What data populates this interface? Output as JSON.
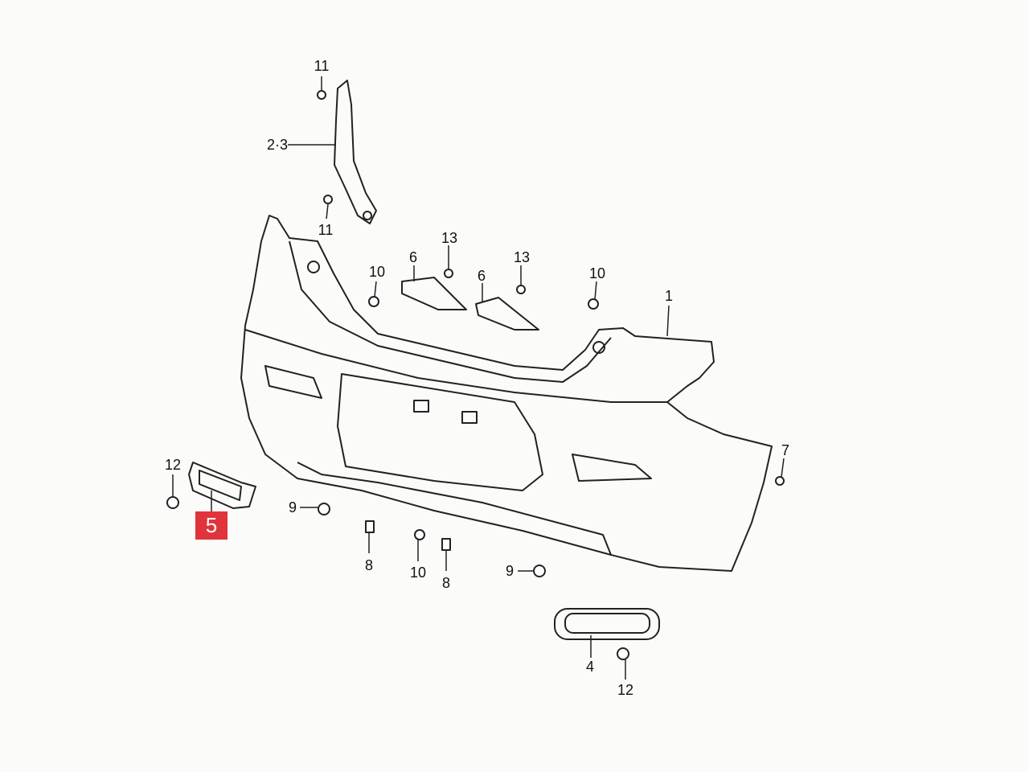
{
  "diagram": {
    "highlight_color": "#e0333c",
    "callouts": {
      "c11a": "11",
      "c23": "2·3",
      "c11b": "11",
      "c13a": "13",
      "c6a": "6",
      "c13b": "13",
      "c6b": "6",
      "c10a": "10",
      "c10b": "10",
      "c1": "1",
      "c12a": "12",
      "c5": "5",
      "c7": "7",
      "c9a": "9",
      "c8a": "8",
      "c10c": "10",
      "c8b": "8",
      "c9b": "9",
      "c4": "4",
      "c12b": "12"
    }
  }
}
